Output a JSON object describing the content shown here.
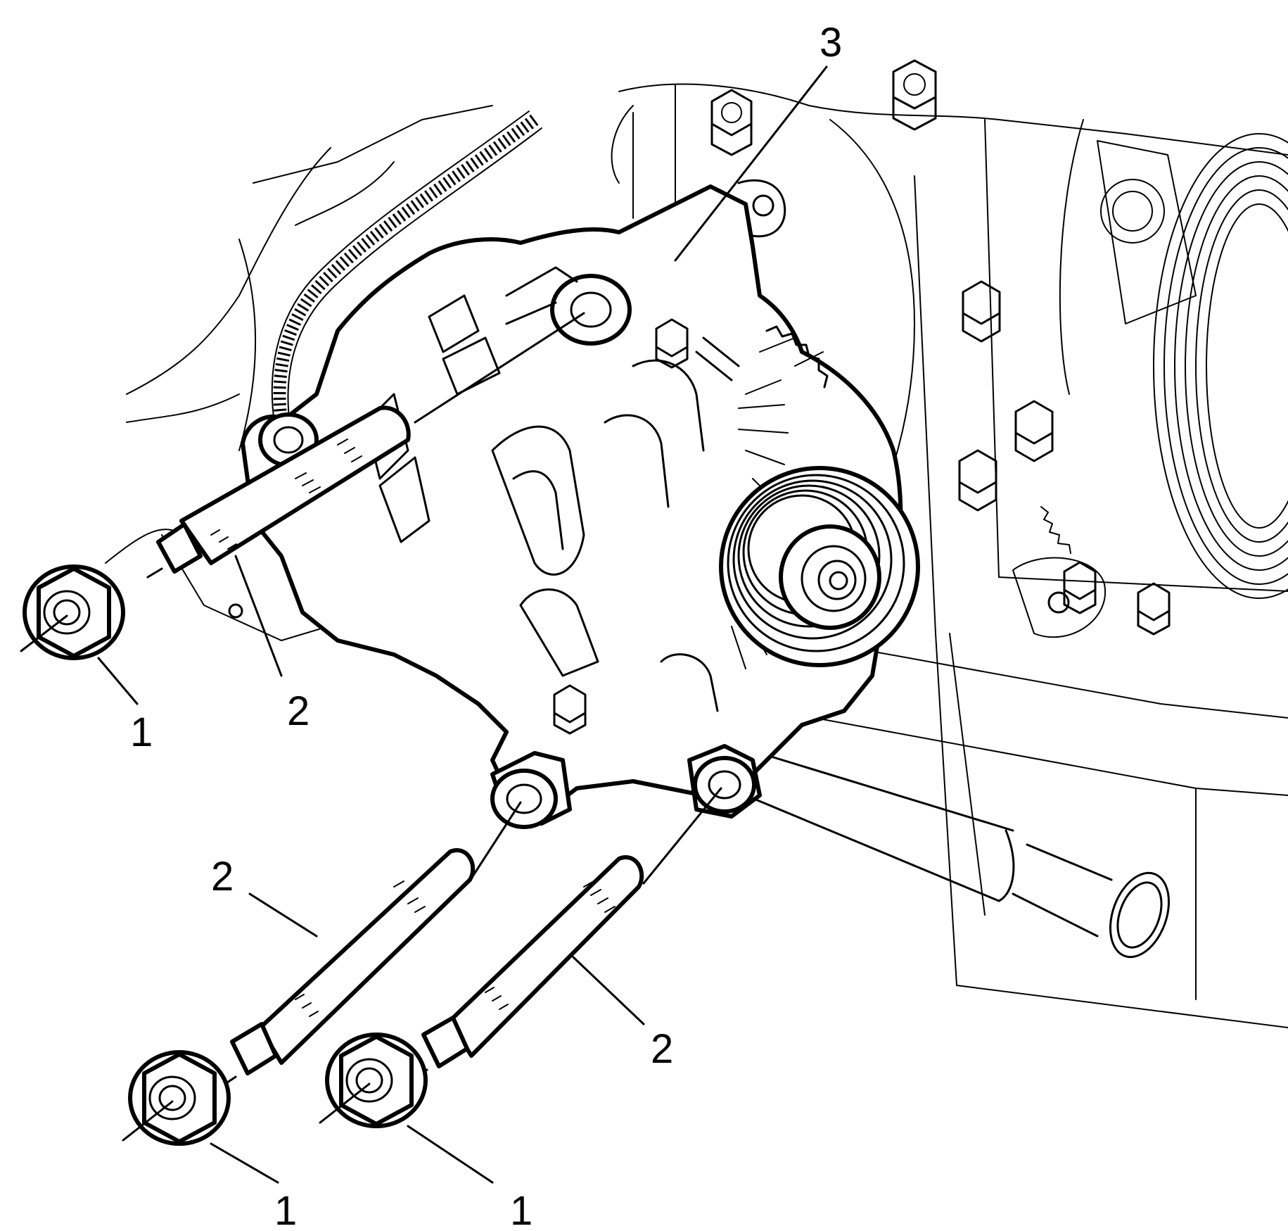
{
  "diagram": {
    "callouts": [
      {
        "id": "nut-1a",
        "label": "1"
      },
      {
        "id": "nut-1b",
        "label": "1"
      },
      {
        "id": "nut-1c",
        "label": "1"
      },
      {
        "id": "stud-2a",
        "label": "2"
      },
      {
        "id": "stud-2b",
        "label": "2"
      },
      {
        "id": "stud-2c",
        "label": "2"
      },
      {
        "id": "generator-3",
        "label": "3"
      }
    ]
  }
}
